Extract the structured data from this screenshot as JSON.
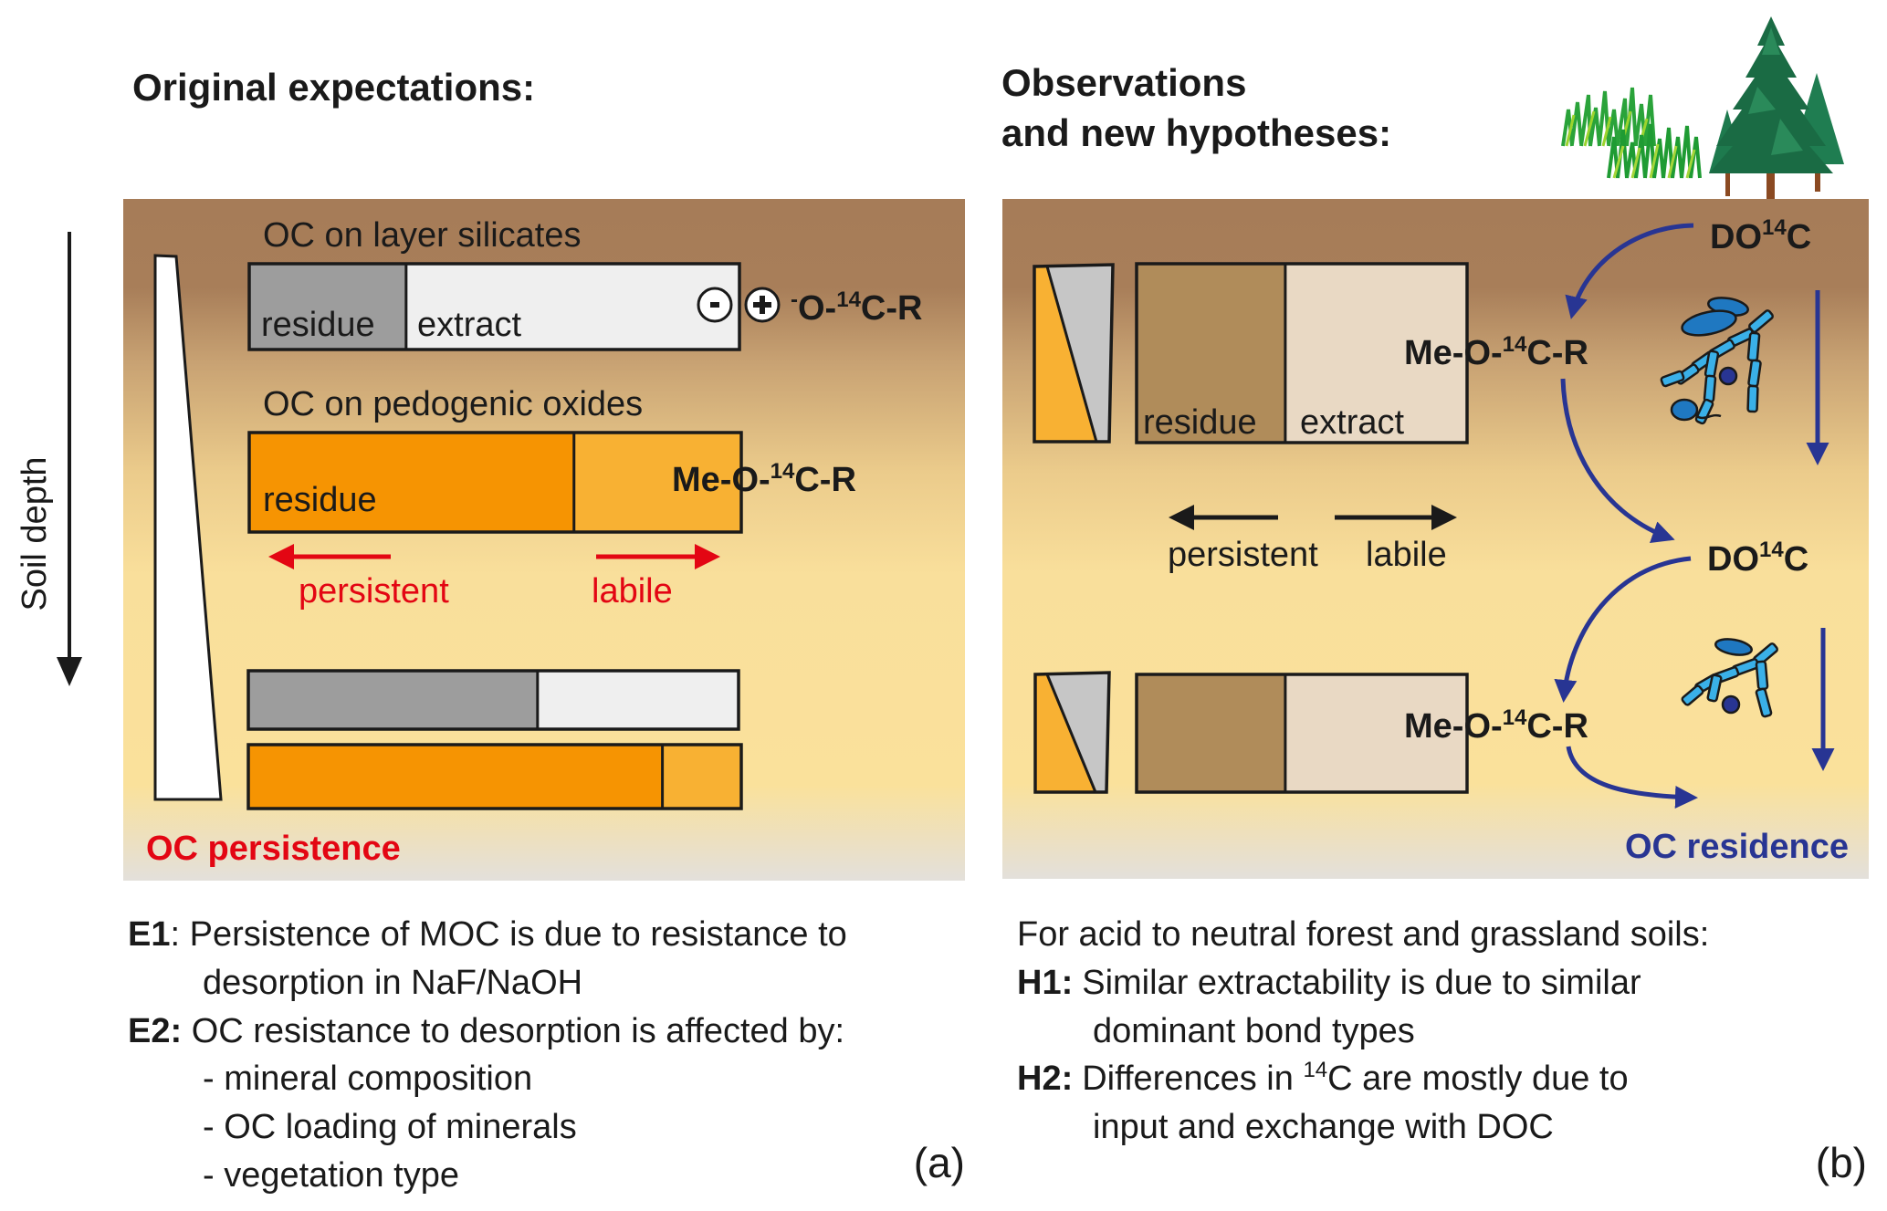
{
  "panel_a": {
    "title": "Original expectations:",
    "axis_label": "Soil depth",
    "silicate_label": "OC on layer silicates",
    "silicate_residue": "residue",
    "silicate_extract": "extract",
    "minus_sign": "-",
    "plus_sign": "+",
    "silicate_bond": {
      "pre": "-",
      "main1": "O-",
      "sup": "14",
      "main2": "C-R"
    },
    "oxide_label": "OC on pedogenic oxides",
    "oxide_residue": "residue",
    "oxide_bond": {
      "main1": "Me-O-",
      "sup": "14",
      "main2": "C-R"
    },
    "persistent": "persistent",
    "labile": "labile",
    "footer_label": "OC persistence",
    "bars": {
      "silicate_top_residue_fraction": 0.32,
      "oxide_top_residue_fraction": 0.66,
      "silicate_bottom_residue_fraction": 0.59,
      "oxide_bottom_residue_fraction": 0.84
    },
    "statements": [
      {
        "key": "E1",
        "sep": ": ",
        "lines": [
          "Persistence of MOC is due to resistance to",
          "desorption in NaF/NaOH"
        ]
      },
      {
        "key": "E2:",
        "sep": " ",
        "lines": [
          "OC resistance to desorption is affected by:",
          "- mineral composition",
          "- OC loading of minerals",
          "- vegetation type"
        ]
      }
    ],
    "letter": "(a)"
  },
  "panel_b": {
    "title_line1": "Observations",
    "title_line2": "and new hypotheses:",
    "upper_residue": "residue",
    "upper_extract": "extract",
    "bond": {
      "main1": "Me-O-",
      "sup": "14",
      "main2": "C-R"
    },
    "doc": {
      "main1": "DO",
      "sup": "14",
      "main2": "C"
    },
    "persistent": "persistent",
    "labile": "labile",
    "footer_label": "OC residence",
    "bars": {
      "upper_residue_fraction": 0.45,
      "lower_residue_fraction": 0.45
    },
    "intro": "For acid to neutral forest and grassland soils:",
    "statements": [
      {
        "key": "H1:",
        "lines": [
          "Similar extractability is due to similar",
          "dominant bond types"
        ]
      },
      {
        "key": "H2:",
        "lines": [
          "Differences in ",
          "input and exchange with DOC"
        ],
        "sup": "14",
        "line1_rest": "C are mostly due to"
      }
    ],
    "letter": "(b)"
  },
  "colors": {
    "soil_top": "#a67c58",
    "soil_mid": "#fae19b",
    "soil_bottom": "#e3e0db",
    "residue_grey": "#9d9d9d",
    "extract_light": "#efefef",
    "oxide_orange": "#f69402",
    "oxide_light": "#f8b133",
    "brown_residue": "#b08c5a",
    "brown_extract": "#e9d9c4",
    "wedge_grey": "#c6c6c6",
    "red": "#e30613",
    "blue": "#283593",
    "microbe_blue": "#3ab0e8",
    "microbe_dark": "#1f78c1"
  }
}
